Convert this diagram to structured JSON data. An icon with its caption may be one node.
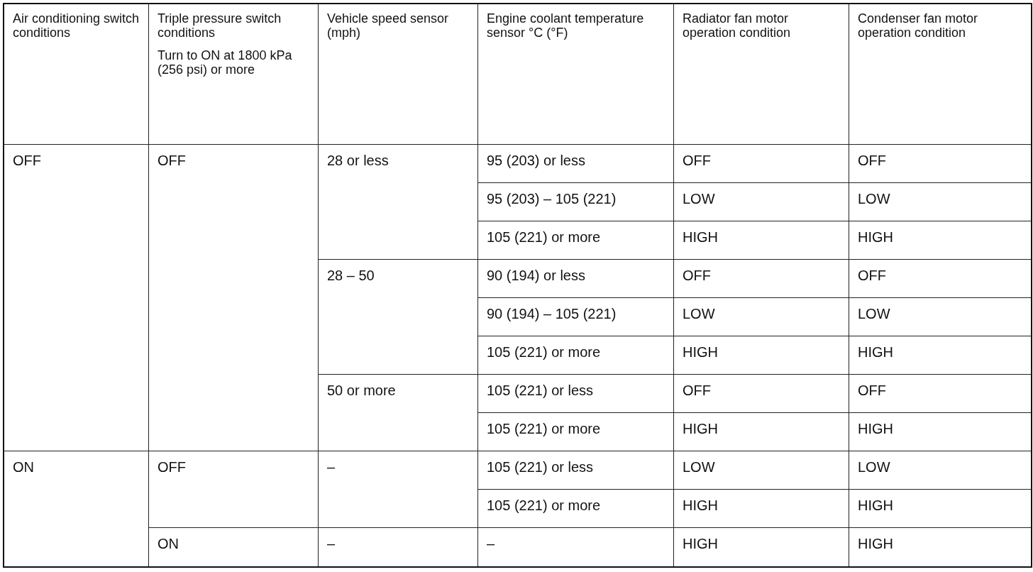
{
  "diagram": {
    "labels": [
      "Air conditioning switch conditions",
      "Triple pressure switch conditions",
      "Turn to ON at 1800 kPa (256 psi) or more",
      "Vehicle speed sensor (mph)",
      "Engine coolant temperature sensor °C (°F)",
      "Radiator fan motor operation condition",
      "Condenser fan motor operation condition",
      "OFF",
      "OFF",
      "28 or less",
      "95 (203) or less",
      "OFF",
      "OFF",
      "95 (203) – 105 (221)",
      "LOW",
      "LOW",
      "105 (221) or more",
      "HIGH",
      "HIGH",
      "28 – 50",
      "90 (194) or less",
      "OFF",
      "OFF",
      "90 (194) – 105 (221)",
      "LOW",
      "LOW",
      "105 (221) or more",
      "HIGH",
      "HIGH",
      "50 or more",
      "105 (221) or less",
      "OFF",
      "OFF",
      "105 (221) or more",
      "HIGH",
      "HIGH",
      "ON",
      "OFF",
      "–",
      "105 (221) or less",
      "LOW",
      "LOW",
      "105 (221) or more",
      "HIGH",
      "HIGH",
      "ON",
      "–",
      "–",
      "HIGH",
      "HIGH"
    ]
  }
}
